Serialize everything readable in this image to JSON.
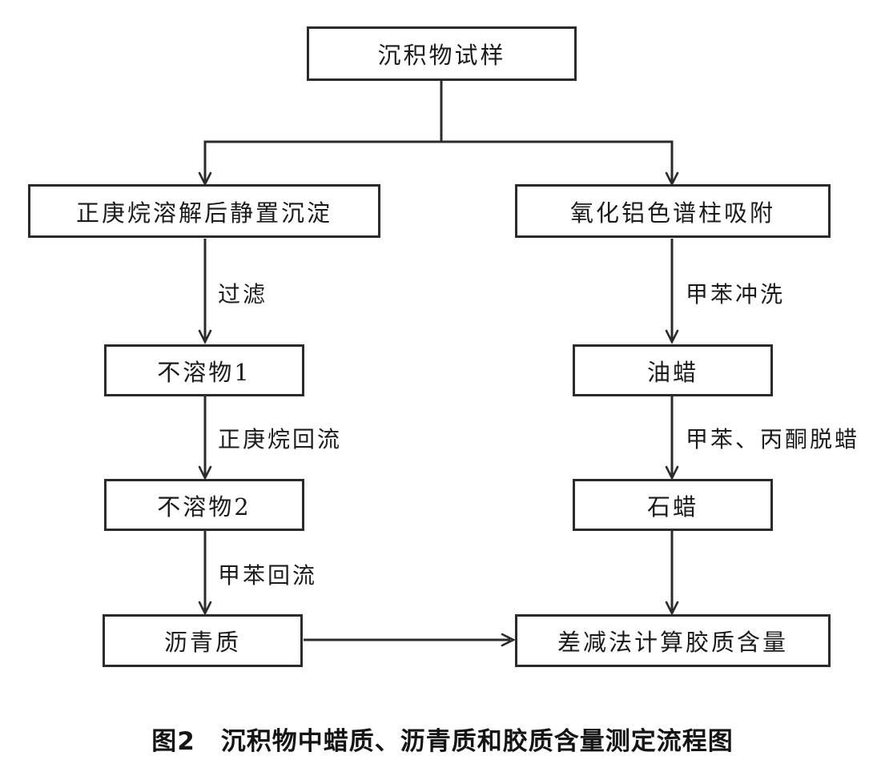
{
  "figure": {
    "caption": "图2　沉积物中蜡质、沥青质和胶质含量测定流程图"
  },
  "colors": {
    "line": "#2b2b2b",
    "text": "#1b1b1b",
    "background": "#ffffff"
  },
  "nodes": {
    "sample": {
      "label": "沉积物试样"
    },
    "heptane_settle": {
      "label": "正庚烷溶解后静置沉淀"
    },
    "insoluble1": {
      "label": "不溶物1"
    },
    "insoluble2": {
      "label": "不溶物2"
    },
    "asphaltene": {
      "label": "沥青质"
    },
    "alumina_column": {
      "label": "氧化铝色谱柱吸附"
    },
    "oil_wax": {
      "label": "油蜡"
    },
    "paraffin": {
      "label": "石蜡"
    },
    "resin_calc": {
      "label": "差减法计算胶质含量"
    }
  },
  "edge_labels": {
    "filter": "过滤",
    "heptane_reflux": "正庚烷回流",
    "toluene_reflux": "甲苯回流",
    "toluene_wash": "甲苯冲洗",
    "toluene_acetone_dewax": "甲苯、丙酮脱蜡"
  }
}
